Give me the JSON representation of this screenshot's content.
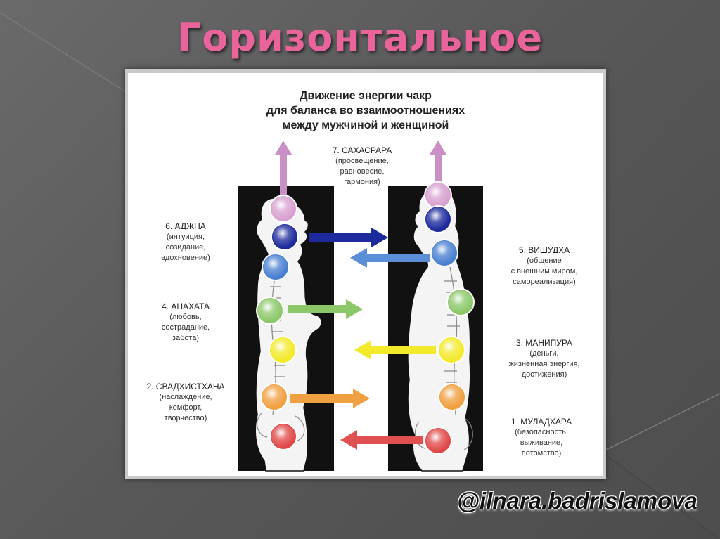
{
  "slide": {
    "title": "Горизонтальное",
    "watermark": "@ilnara.badrislamova"
  },
  "diagram": {
    "heading_lines": [
      "Движение энергии чакр",
      "для баланса во взаимоотношениях",
      "между мужчиной и женщиной"
    ],
    "chakras": [
      {
        "name": "7. САХАСРАРА",
        "desc": [
          "(просвещение,",
          "равновесие,",
          "гармония)"
        ],
        "color": "#d8a0d0"
      },
      {
        "name": "6. АДЖНА",
        "desc": [
          "(интуиция,",
          "созидание,",
          "вдохновение)"
        ],
        "color": "#1c2a9c"
      },
      {
        "name": "5. ВИШУДХА",
        "desc": [
          "(общение",
          "с внешним миром,",
          "самореализация)"
        ],
        "color": "#4a7fd0"
      },
      {
        "name": "4. АНАХАТА",
        "desc": [
          "(любовь,",
          "сострадание,",
          "забота)"
        ],
        "color": "#8cc86a"
      },
      {
        "name": "3. МАНИПУРА",
        "desc": [
          "(деньги,",
          "жизненная энергия,",
          "достижения)"
        ],
        "color": "#f2ea2a"
      },
      {
        "name": "2. СВАДХИСТХАНА",
        "desc": [
          "(наслаждение,",
          "комфорт,",
          "творчество)"
        ],
        "color": "#f0a040"
      },
      {
        "name": "1. МУЛАДХАРА",
        "desc": [
          "(безопасность,",
          "выживание,",
          "потомство)"
        ],
        "color": "#e04848"
      }
    ]
  }
}
